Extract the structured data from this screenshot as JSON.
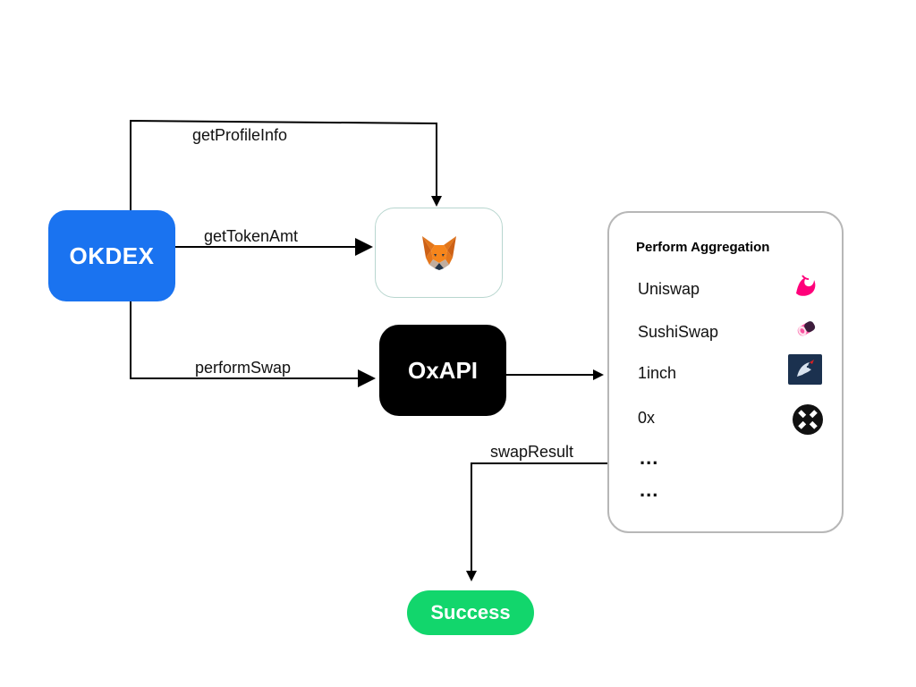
{
  "edges": {
    "get_profile_info": "getProfileInfo",
    "get_token_amt": "getTokenAmt",
    "perform_swap": "performSwap",
    "swap_result": "swapResult"
  },
  "nodes": {
    "okdex": "OKDEX",
    "oxapi": "OxAPI",
    "success": "Success",
    "wallet_icon": "metamask-fox-icon"
  },
  "aggregation": {
    "title": "Perform Aggregation",
    "dexes": [
      {
        "name": "Uniswap",
        "icon": "uniswap-icon"
      },
      {
        "name": "SushiSwap",
        "icon": "sushiswap-icon"
      },
      {
        "name": "1inch",
        "icon": "1inch-icon"
      },
      {
        "name": "0x",
        "icon": "0x-icon"
      }
    ],
    "more": [
      "...",
      "..."
    ]
  },
  "colors": {
    "okdex": "#1a73f0",
    "oxapi": "#000000",
    "success": "#12d66c",
    "uniswap": "#ff007a",
    "sushiswap": "#fa52a0",
    "oneinch": "#1b314f",
    "zero_x": "#111111"
  }
}
